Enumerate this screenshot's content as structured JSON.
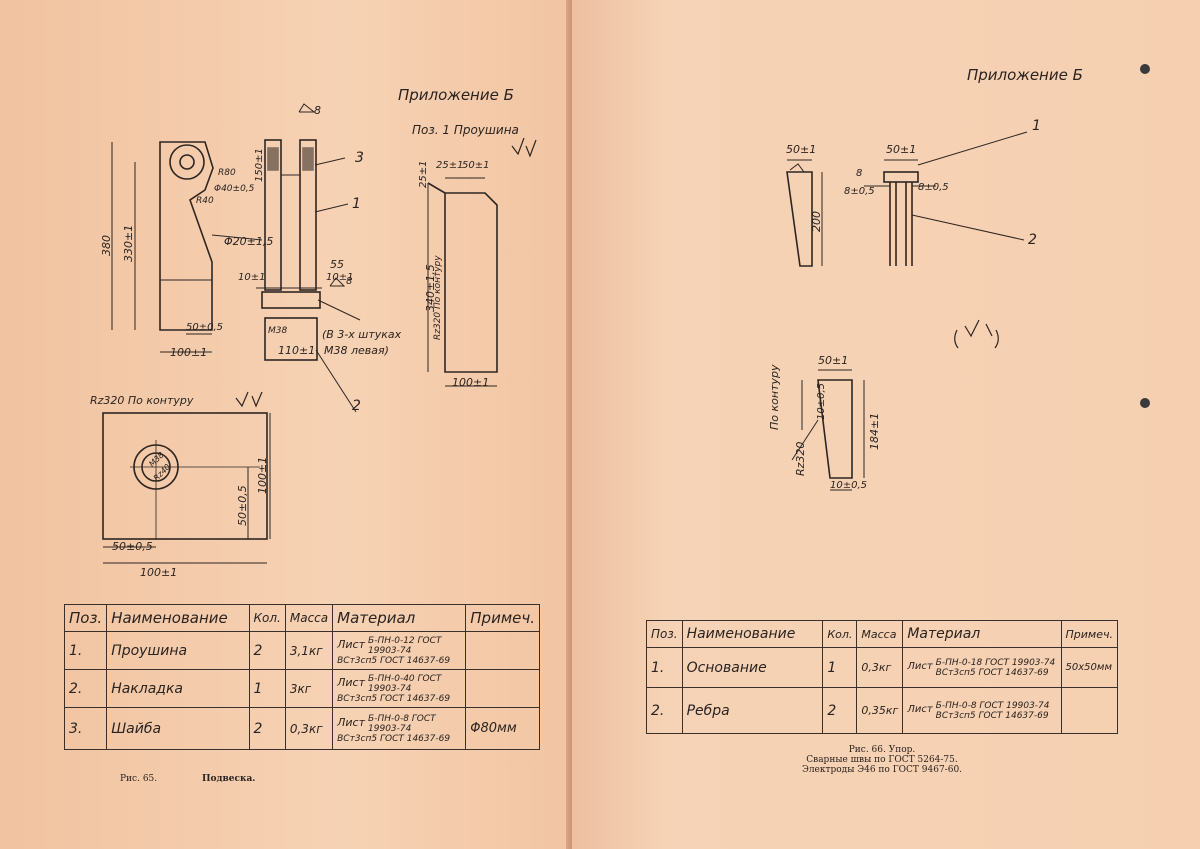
{
  "left_page": {
    "appendix": "Приложение Б",
    "part_title": "Поз. 1 Проушина",
    "roughness_note": "Rz320 По контуру",
    "dims": {
      "h380": "380",
      "h330": "330±1",
      "r80": "R80",
      "r40": "R40",
      "d40": "Φ40±0,5",
      "d20": "Φ20±1,5",
      "w50": "50±0,5",
      "w100": "100±1",
      "t150": "150±1",
      "weld8a": "8",
      "n3": "3",
      "n1": "1",
      "d55": "55",
      "t10a": "10±1",
      "t10b": "10±1",
      "weld8b": "8",
      "m38": "M38",
      "w110": "110±1",
      "nuts": "(В 3-х штуках",
      "nuts2": "M38 левая)",
      "n2": "2",
      "p25": "25±1",
      "p25b": "25±1",
      "p50": "50±1",
      "p340": "340±1,5",
      "rz_contour": "Rz320 По контуру",
      "p100": "100±1",
      "s100v": "100±1",
      "s50v": "50±0,5",
      "s50h": "50±0,5",
      "s100h": "100±1",
      "m38c": "M38",
      "rz40": "Rz40"
    },
    "table": {
      "headers": [
        "Поз.",
        "Наименование",
        "Кол.",
        "Масса",
        "Материал",
        "Примеч."
      ],
      "rows": [
        {
          "pos": "1.",
          "name": "Проушина",
          "qty": "2",
          "mass": "3,1кг",
          "mat_prefix": "Лист",
          "mat1": "Б-ПН-0-12 ГОСТ 19903-74",
          "mat2": "ВСт3сп5 ГОСТ 14637-69",
          "note": ""
        },
        {
          "pos": "2.",
          "name": "Накладка",
          "qty": "1",
          "mass": "3кг",
          "mat_prefix": "Лист",
          "mat1": "Б-ПН-0-40 ГОСТ 19903-74",
          "mat2": "ВСт3сп5 ГОСТ 14637-69",
          "note": ""
        },
        {
          "pos": "3.",
          "name": "Шайба",
          "qty": "2",
          "mass": "0,3кг",
          "mat_prefix": "Лист",
          "mat1": "Б-ПН-0-8 ГОСТ 19903-74",
          "mat2": "ВСт3сп5 ГОСТ 14637-69",
          "note": "Φ80мм"
        }
      ]
    },
    "caption_fig": "Рис. 65.",
    "caption_title": "Подвеска."
  },
  "right_page": {
    "appendix": "Приложение Б",
    "dims": {
      "w50a": "50±1",
      "h200": "200",
      "w50b": "50±1",
      "weld8": "8",
      "t8a": "8±0,5",
      "t8b": "8±0,5",
      "n1": "1",
      "n2": "2",
      "r50": "50±1",
      "contour": "По контуру",
      "rz": "Rz320",
      "h10": "10±0,5",
      "h184": "184±1",
      "b10": "10±0,5"
    },
    "table": {
      "headers": [
        "Поз.",
        "Наименование",
        "Кол.",
        "Масса",
        "Материал",
        "Примеч."
      ],
      "rows": [
        {
          "pos": "1.",
          "name": "Основание",
          "qty": "1",
          "mass": "0,3кг",
          "mat_prefix": "Лист",
          "mat1": "Б-ПН-0-18 ГОСТ 19903-74",
          "mat2": "ВСт3сп5 ГОСТ 14637-69",
          "note": "50х50мм"
        },
        {
          "pos": "2.",
          "name": "Ребра",
          "qty": "2",
          "mass": "0,35кг",
          "mat_prefix": "Лист",
          "mat1": "Б-ПН-0-8 ГОСТ 19903-74",
          "mat2": "ВСт3сп5 ГОСТ 14637-69",
          "note": ""
        }
      ]
    },
    "caption_line1": "Рис. 66. Упор.",
    "caption_line2": "Сварные швы по ГОСТ 5264-75.",
    "caption_line3": "Электроды Э46 по ГОСТ 9467-60."
  }
}
